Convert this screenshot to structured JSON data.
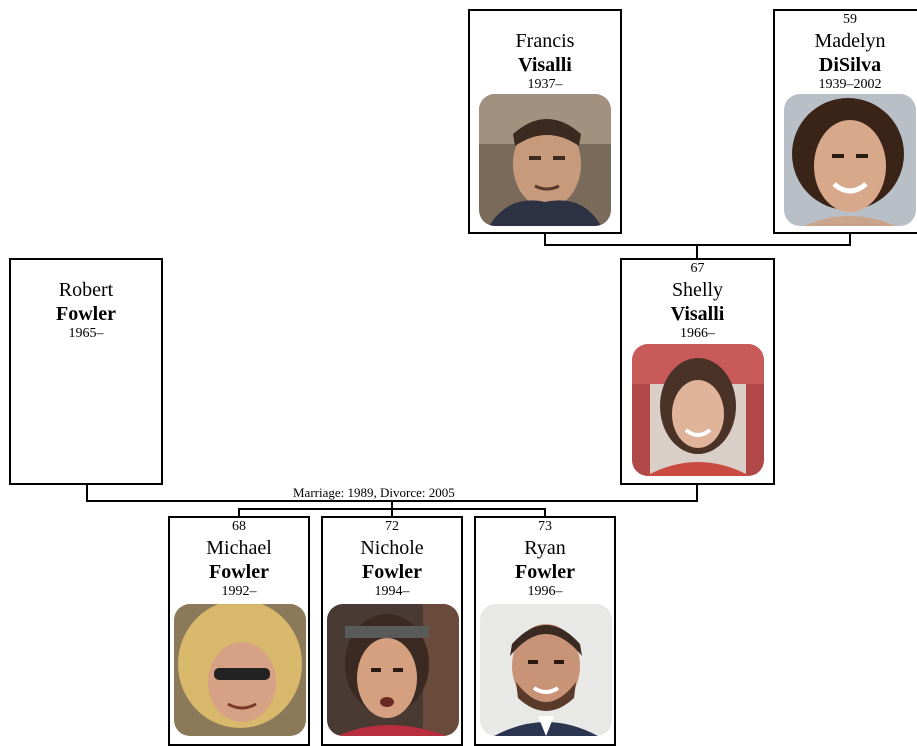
{
  "people": {
    "francis": {
      "number": "",
      "first": "Francis",
      "last": "Visalli",
      "years": "1937–"
    },
    "madelyn": {
      "number": "59",
      "first": "Madelyn",
      "last": "DiSilva",
      "years": "1939–2002"
    },
    "robert": {
      "number": "",
      "first": "Robert",
      "last": "Fowler",
      "years": "1965–"
    },
    "shelly": {
      "number": "67",
      "first": "Shelly",
      "last": "Visalli",
      "years": "1966–"
    },
    "michael": {
      "number": "68",
      "first": "Michael",
      "last": "Fowler",
      "years": "1992–"
    },
    "nichole": {
      "number": "72",
      "first": "Nichole",
      "last": "Fowler",
      "years": "1994–"
    },
    "ryan": {
      "number": "73",
      "first": "Ryan",
      "last": "Fowler",
      "years": "1996–"
    }
  },
  "marriage_label": "Marriage: 1989, Divorce: 2005"
}
